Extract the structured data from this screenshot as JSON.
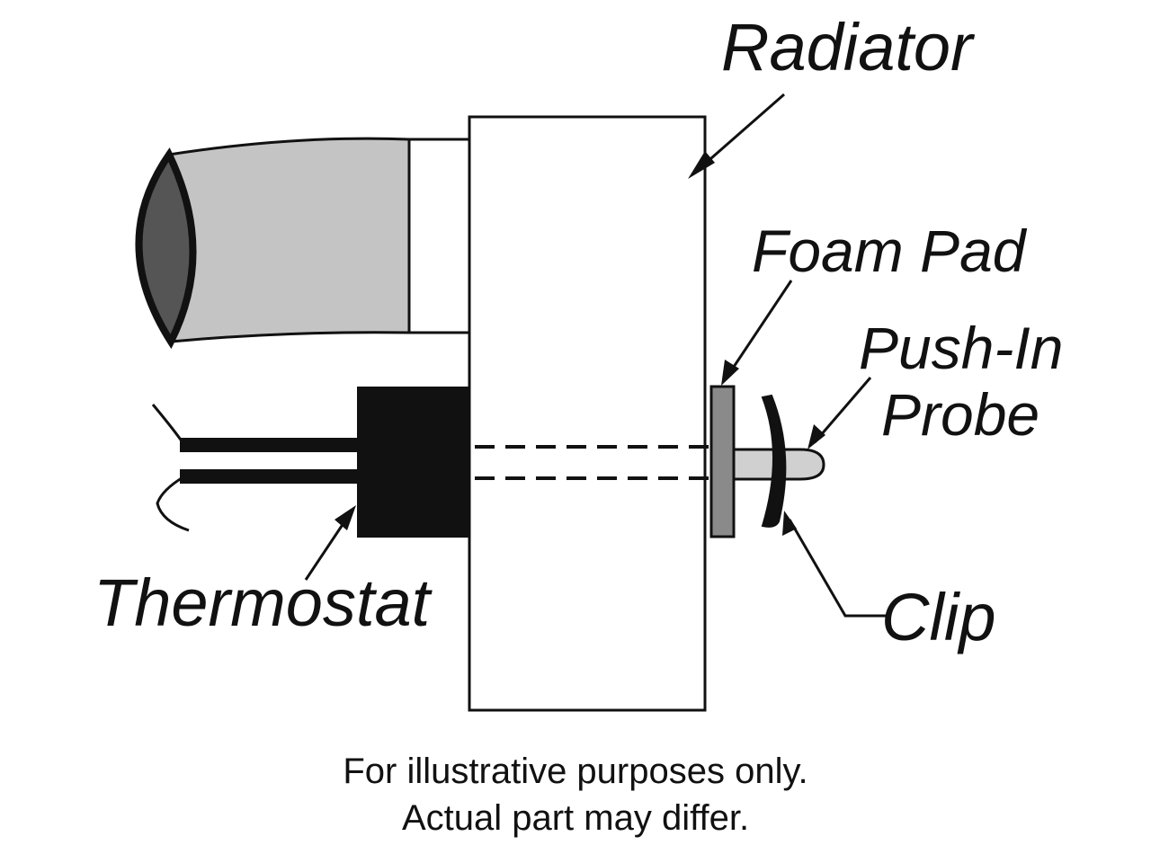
{
  "labels": {
    "radiator": "Radiator",
    "foam_pad": "Foam Pad",
    "push_in_line1": "Push-In",
    "push_in_line2": "Probe",
    "thermostat": "Thermostat",
    "clip": "Clip"
  },
  "note": {
    "line1": "For illustrative purposes only.",
    "line2": "Actual part may differ."
  },
  "colors": {
    "ink": "#111111",
    "hose": "#c4c4c4",
    "hose_opening": "#555555",
    "foam_pad": "#8a8a8a",
    "probe": "#d0d0d0"
  }
}
